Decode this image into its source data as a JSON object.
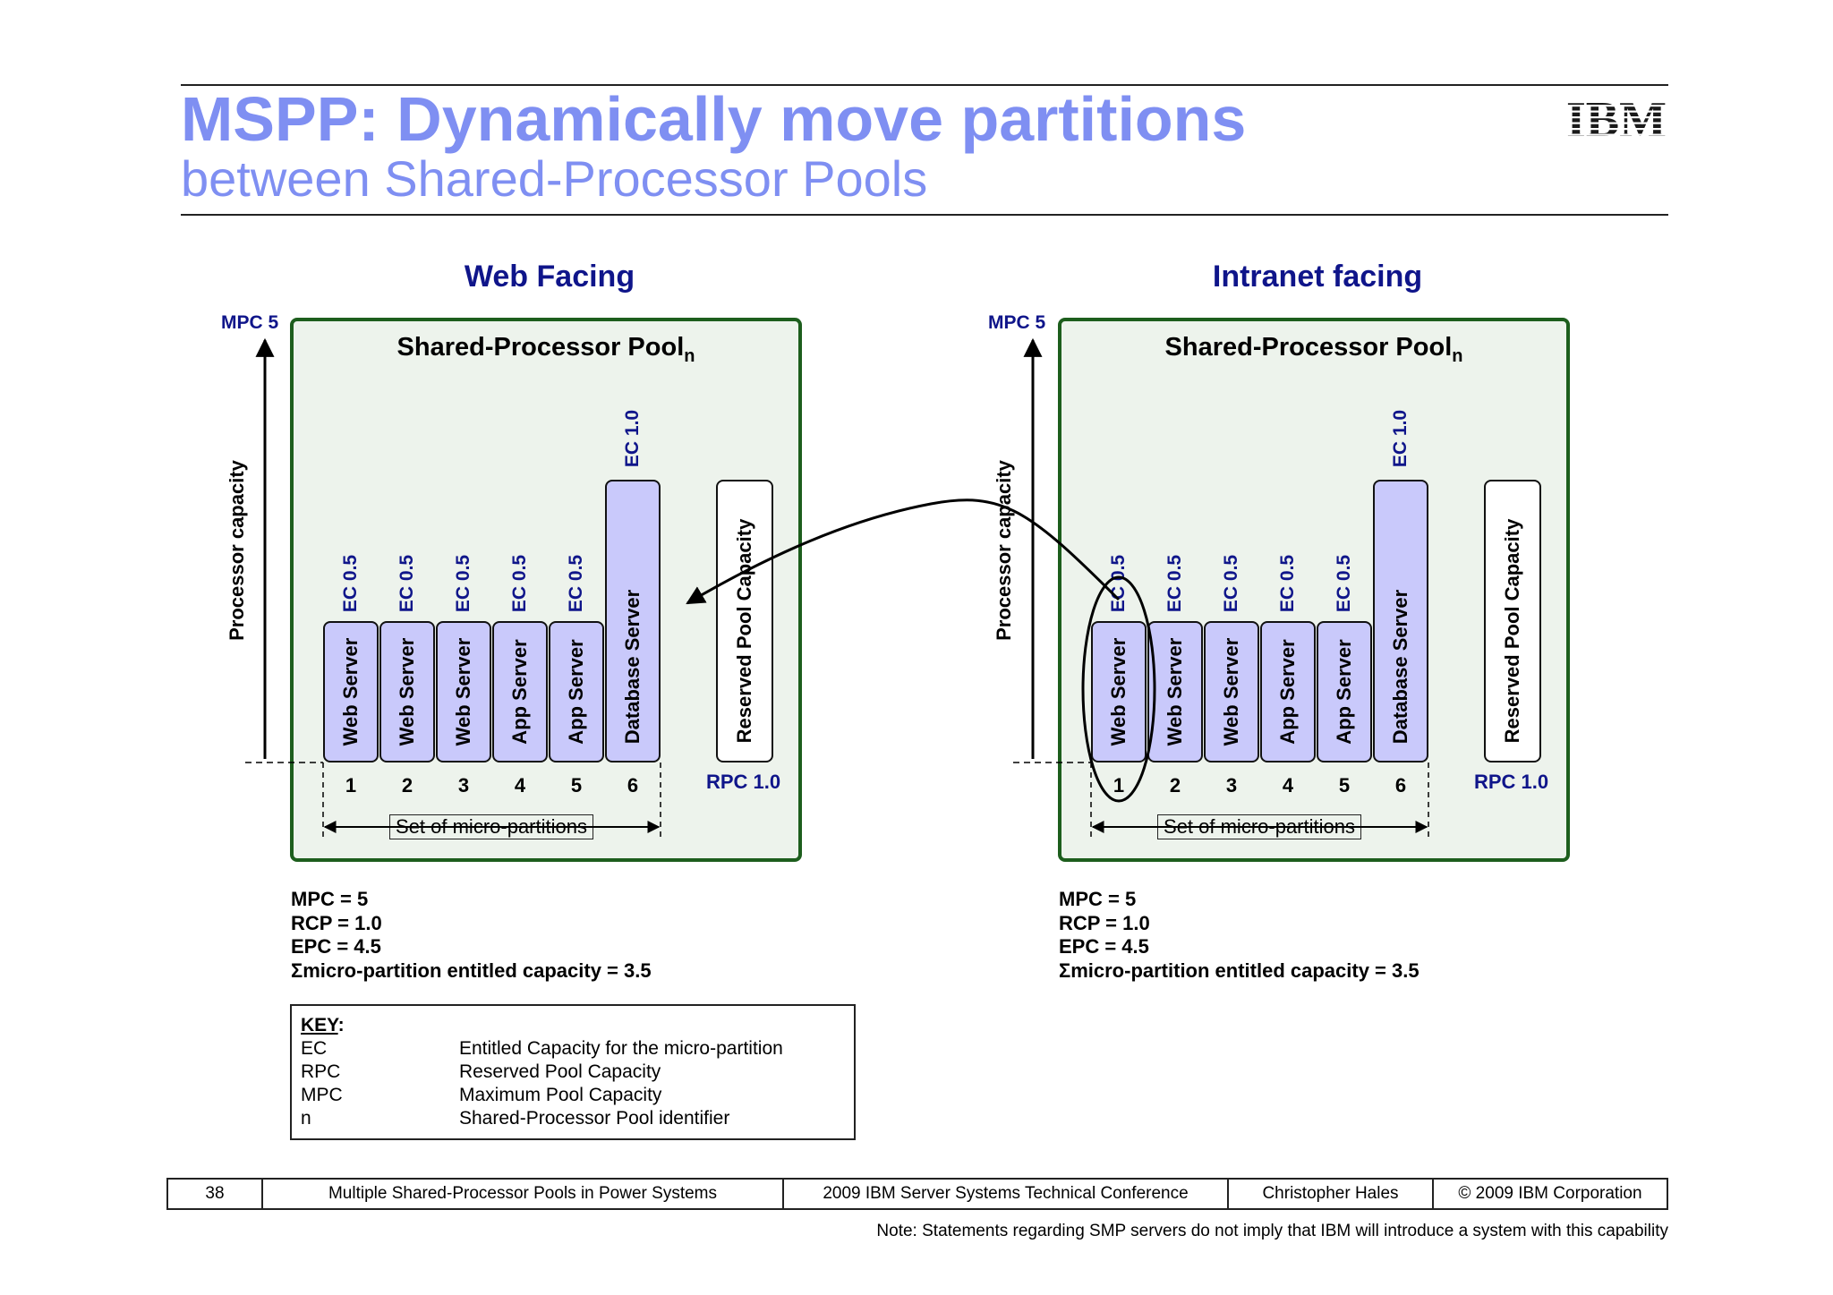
{
  "title": "MSPP: Dynamically move partitions",
  "subtitle": "between Shared-Processor Pools",
  "logo": "IBM",
  "panels": [
    {
      "heading": "Web Facing",
      "pool_title": "Shared-Processor Pool",
      "pool_subscript": "n",
      "mpc_axis_label": "MPC 5",
      "y_axis_label": "Processor capacity",
      "partitions": [
        {
          "num": "1",
          "label": "Web Server",
          "ec": "EC 0.5"
        },
        {
          "num": "2",
          "label": "Web Server",
          "ec": "EC 0.5"
        },
        {
          "num": "3",
          "label": "Web Server",
          "ec": "EC 0.5"
        },
        {
          "num": "4",
          "label": "App Server",
          "ec": "EC 0.5"
        },
        {
          "num": "5",
          "label": "App Server",
          "ec": "EC 0.5"
        },
        {
          "num": "6",
          "label": "Database Server",
          "ec": "EC 1.0"
        }
      ],
      "reserved_label": "Reserved Pool Capacity",
      "rpc_label": "RPC 1.0",
      "set_label": "Set of micro-partitions",
      "stats": [
        "MPC = 5",
        "RCP = 1.0",
        "EPC = 4.5",
        "Σmicro-partition entitled capacity = 3.5"
      ]
    },
    {
      "heading": "Intranet facing",
      "pool_title": "Shared-Processor Pool",
      "pool_subscript": "n",
      "mpc_axis_label": "MPC 5",
      "y_axis_label": "Processor capacity",
      "partitions": [
        {
          "num": "1",
          "label": "Web Server",
          "ec": "EC 0.5"
        },
        {
          "num": "2",
          "label": "Web Server",
          "ec": "EC 0.5"
        },
        {
          "num": "3",
          "label": "Web Server",
          "ec": "EC 0.5"
        },
        {
          "num": "4",
          "label": "App Server",
          "ec": "EC 0.5"
        },
        {
          "num": "5",
          "label": "App Server",
          "ec": "EC 0.5"
        },
        {
          "num": "6",
          "label": "Database Server",
          "ec": "EC 1.0"
        }
      ],
      "reserved_label": "Reserved Pool Capacity",
      "rpc_label": "RPC 1.0",
      "set_label": "Set of micro-partitions",
      "stats": [
        "MPC = 5",
        "RCP = 1.0",
        "EPC = 4.5",
        "Σmicro-partition entitled capacity = 3.5"
      ]
    }
  ],
  "key": {
    "heading": "KEY",
    "entries": [
      {
        "abbr": "EC",
        "desc": "Entitled Capacity for the micro-partition"
      },
      {
        "abbr": "RPC",
        "desc": "Reserved Pool Capacity"
      },
      {
        "abbr": "MPC",
        "desc": "Maximum Pool Capacity"
      },
      {
        "abbr": "n",
        "desc": "Shared-Processor Pool identifier"
      }
    ]
  },
  "footer": {
    "page": "38",
    "topic": "Multiple Shared-Processor Pools in Power Systems",
    "event": "2009 IBM Server Systems Technical Conference",
    "author": "Christopher Hales",
    "copyright": "© 2009 IBM Corporation"
  },
  "note": "Note: Statements regarding SMP servers do not imply that IBM will introduce a system with this capability"
}
